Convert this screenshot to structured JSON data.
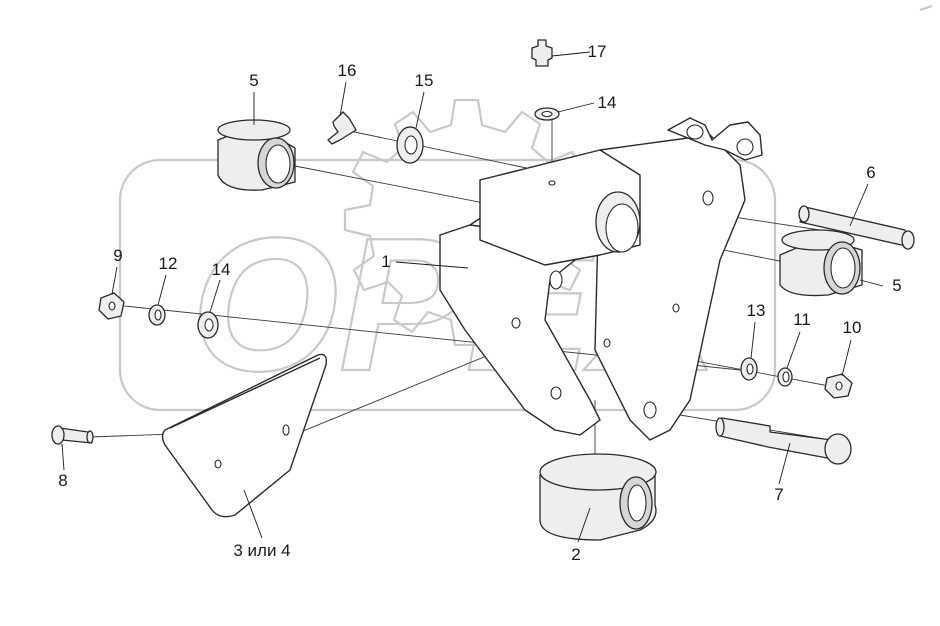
{
  "callouts": [
    {
      "id": "c1",
      "text": "1"
    },
    {
      "id": "c2",
      "text": "2"
    },
    {
      "id": "c3",
      "text": "3 или 4"
    },
    {
      "id": "c5a",
      "text": "5"
    },
    {
      "id": "c5b",
      "text": "5"
    },
    {
      "id": "c6",
      "text": "6"
    },
    {
      "id": "c7",
      "text": "7"
    },
    {
      "id": "c8",
      "text": "8"
    },
    {
      "id": "c9",
      "text": "9"
    },
    {
      "id": "c10",
      "text": "10"
    },
    {
      "id": "c11",
      "text": "11"
    },
    {
      "id": "c12",
      "text": "12"
    },
    {
      "id": "c13",
      "text": "13"
    },
    {
      "id": "c14a",
      "text": "14"
    },
    {
      "id": "c14b",
      "text": "14"
    },
    {
      "id": "c15",
      "text": "15"
    },
    {
      "id": "c16",
      "text": "16"
    },
    {
      "id": "c17",
      "text": "17"
    }
  ],
  "watermark": {
    "text": "OPEX",
    "color": "#c9c9c9"
  },
  "colors": {
    "line": "#2a2a2a",
    "background": "#ffffff"
  }
}
